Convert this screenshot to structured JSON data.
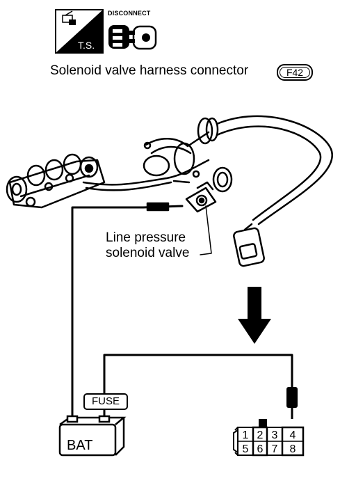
{
  "header": {
    "ts_badge": "T.S.",
    "disconnect": "DISCONNECT",
    "caption": "Solenoid valve harness connector",
    "connector_id": "F42"
  },
  "diagram": {
    "valve_label_line1": "Line pressure",
    "valve_label_line2": "solenoid valve",
    "fuse": "FUSE",
    "battery": "BAT",
    "pins_top": [
      "1",
      "2",
      "3",
      "4"
    ],
    "pins_bottom": [
      "5",
      "6",
      "7",
      "8"
    ]
  }
}
